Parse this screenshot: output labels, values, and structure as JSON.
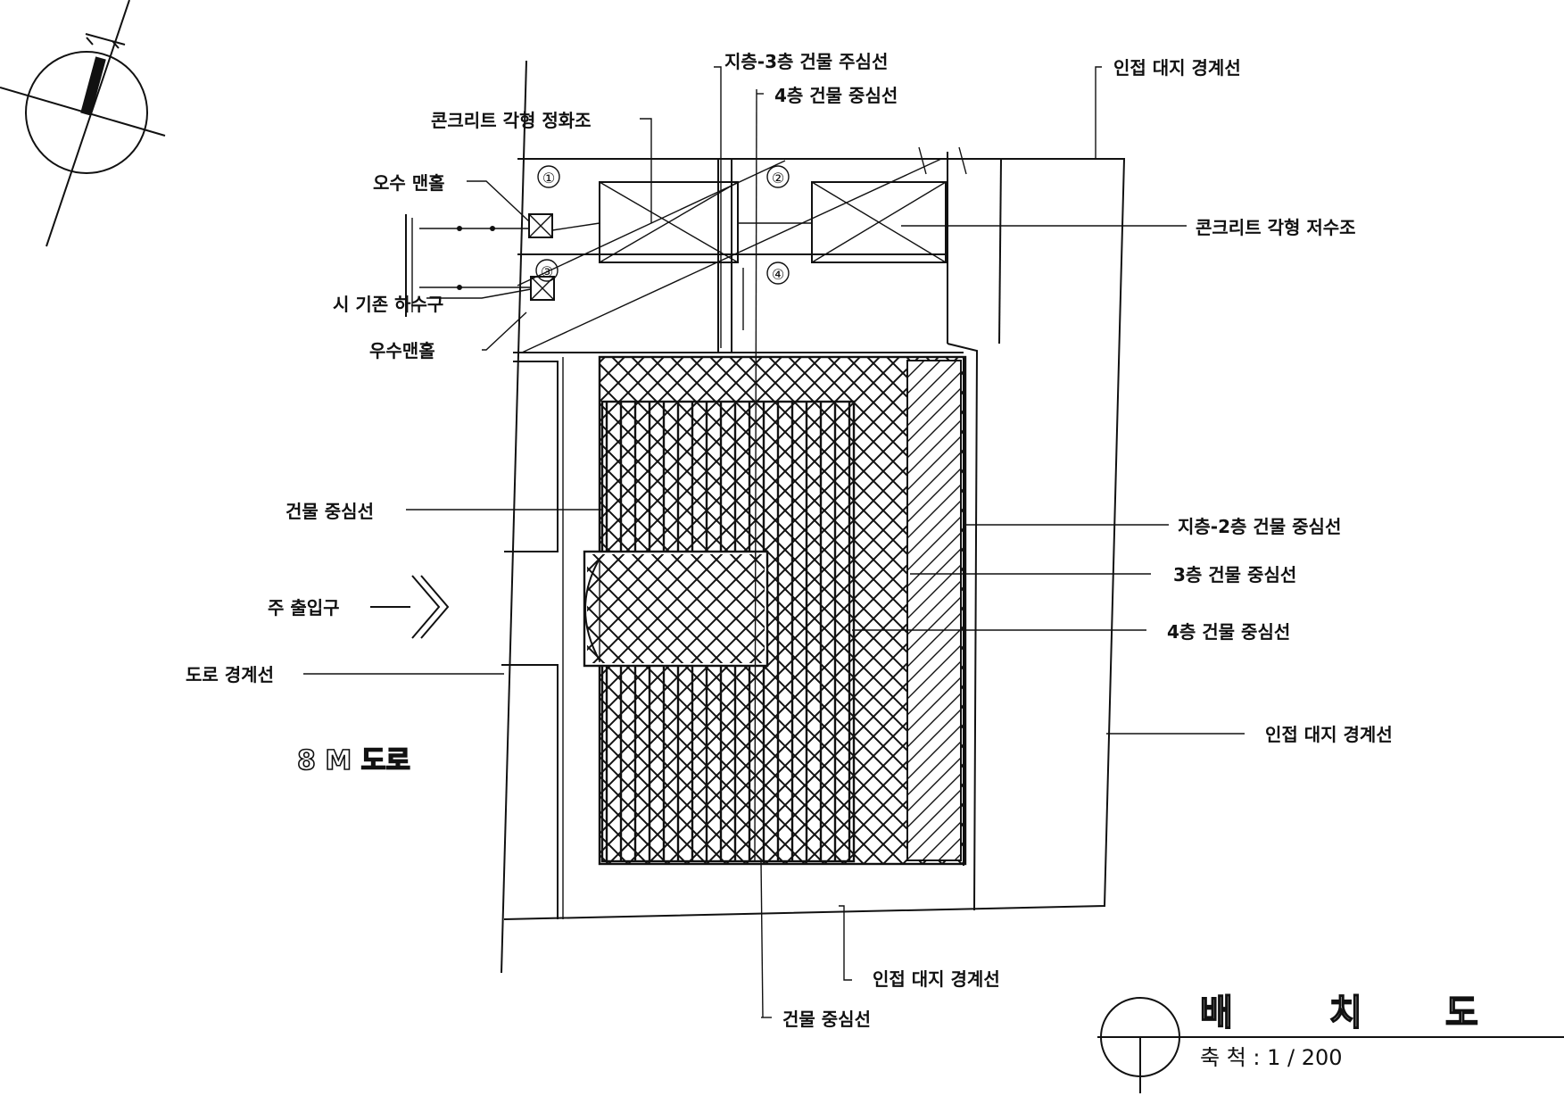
{
  "labels": {
    "floor_b3": "지층-3층 건물 주심선",
    "floor_4_top": "4층 건물 중심선",
    "neighbor_top": "인접 대지 경계선",
    "septic_tank": "콘크리트 각형 정화조",
    "sewage_box": "오수 맨홀",
    "water_tank": "콘크리트 각형 저수조",
    "city_sewer": "시 기존 하수구",
    "rain_box": "우수맨홀",
    "building_center_left": "건물 중심선",
    "floor_b2": "지층-2층 건물 중심선",
    "floor_3": "3층  건물 중심선",
    "main_entrance": "주 출입구",
    "floor_4": "4층  건물 중심선",
    "road_boundary": "도로 경계선",
    "neighbor_right": "인접 대지 경계선",
    "road": "8 M 도로",
    "neighbor_bottom": "인접 대지 경계선",
    "building_center_bottom": "건물 중심선"
  },
  "markers": {
    "m1": "①",
    "m2": "②",
    "m3": "③",
    "m4": "④"
  },
  "title_block": {
    "title_1": "배",
    "title_2": "치",
    "title_3": "도",
    "scale_label": "축  척 : 1  /  200"
  },
  "icons": {
    "north_arrow": "compass-north-icon",
    "entrance_arrow": "chevron-right-icon"
  }
}
